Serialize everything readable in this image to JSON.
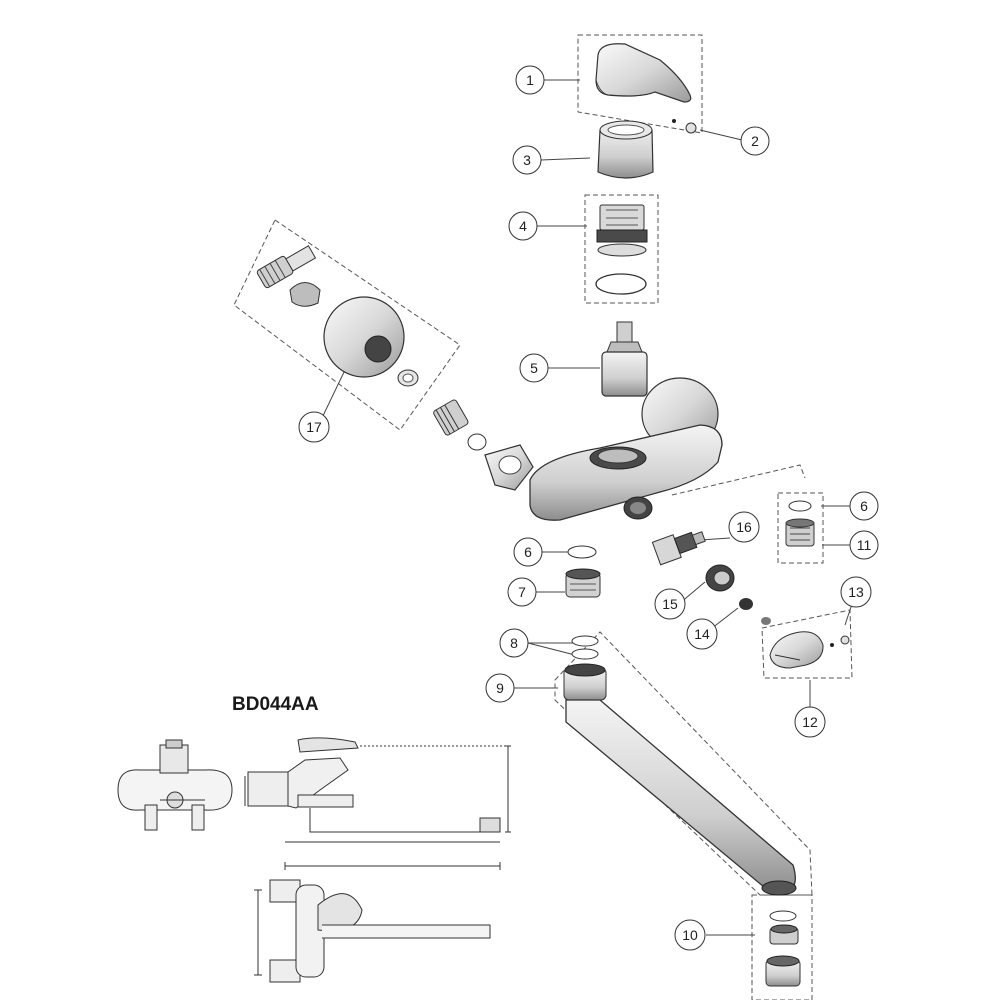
{
  "model_code": "BD044AA",
  "callouts": [
    {
      "id": "c1",
      "label": "1"
    },
    {
      "id": "c2",
      "label": "2"
    },
    {
      "id": "c3",
      "label": "3"
    },
    {
      "id": "c4",
      "label": "4"
    },
    {
      "id": "c5",
      "label": "5"
    },
    {
      "id": "c6a",
      "label": "6"
    },
    {
      "id": "c6b",
      "label": "6"
    },
    {
      "id": "c7",
      "label": "7"
    },
    {
      "id": "c8",
      "label": "8"
    },
    {
      "id": "c9",
      "label": "9"
    },
    {
      "id": "c10",
      "label": "10"
    },
    {
      "id": "c11",
      "label": "11"
    },
    {
      "id": "c12",
      "label": "12"
    },
    {
      "id": "c13",
      "label": "13"
    },
    {
      "id": "c14",
      "label": "14"
    },
    {
      "id": "c15",
      "label": "15"
    },
    {
      "id": "c16",
      "label": "16"
    },
    {
      "id": "c17",
      "label": "17"
    }
  ],
  "colors": {
    "line": "#333333",
    "part_fill": "#e6e6e6",
    "part_dark": "#888888",
    "dash": "#555555"
  }
}
